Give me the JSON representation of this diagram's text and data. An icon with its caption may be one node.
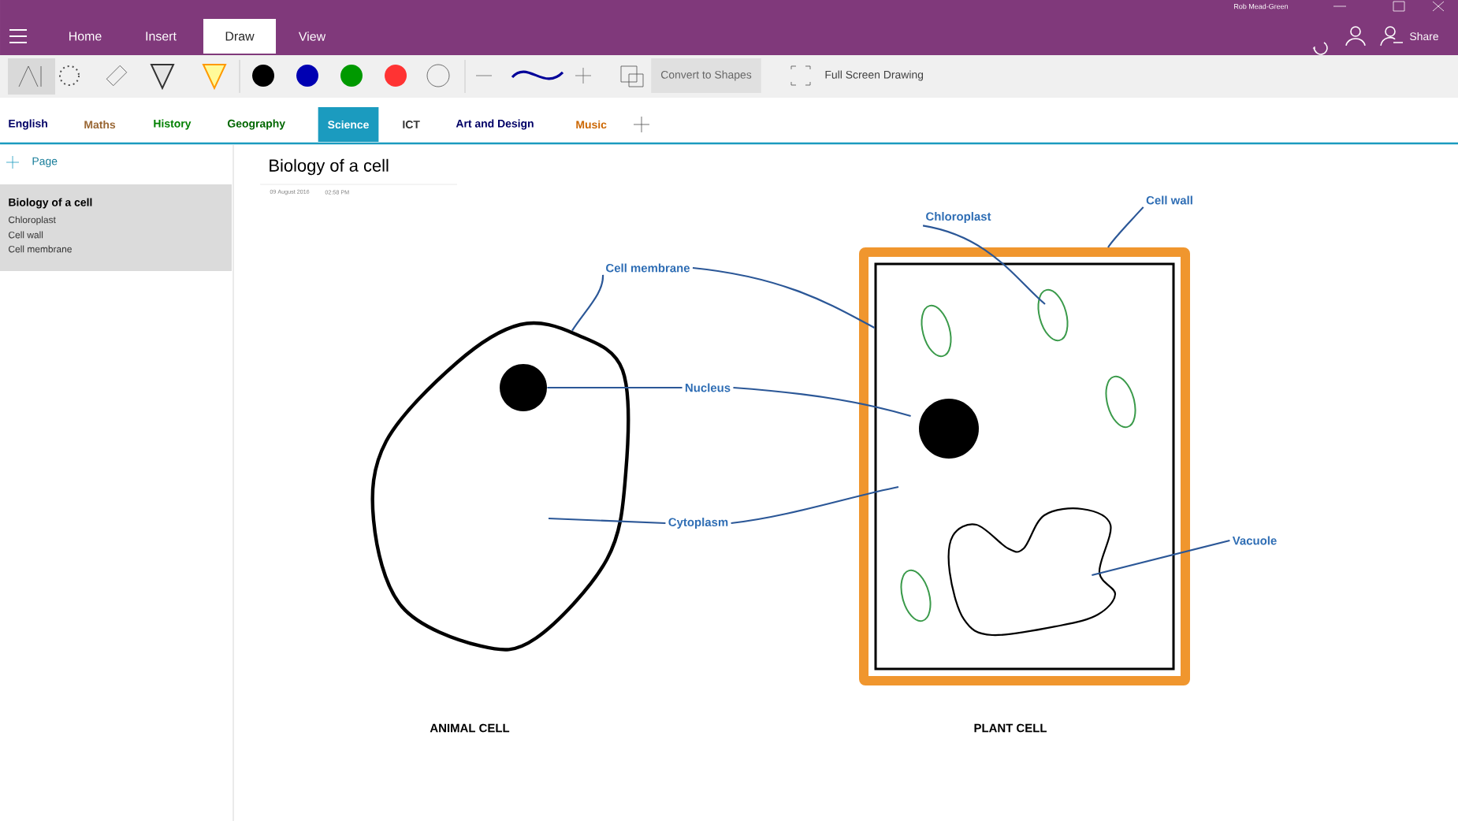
{
  "diagram": {
    "title": "Biology of a cell",
    "nodes": [
      {
        "text": [
          "Cell membrane"
        ]
      },
      {
        "text": [
          "Nucleus"
        ]
      },
      {
        "text": [
          "Cytoplasm"
        ]
      },
      {
        "text": [
          "Chloroplast"
        ]
      },
      {
        "text": [
          "Cell wall"
        ]
      },
      {
        "text": [
          "Vacuole"
        ]
      },
      {
        "text": [],
        "shape": "blob"
      },
      {
        "text": [],
        "shape": "circle",
        "in": 6
      },
      {
        "text": [],
        "shape": "box"
      },
      {
        "text": [],
        "shape": "box",
        "in": 8
      },
      {
        "text": [],
        "shape": "circle",
        "in": 9
      },
      {
        "text": [],
        "shape": "ellipse",
        "in": 9
      },
      {
        "text": [],
        "shape": "ellipse",
        "in": 9
      },
      {
        "text": [],
        "shape": "ellipse",
        "in": 9
      },
      {
        "text": [],
        "shape": "ellipse",
        "in": 9
      },
      {
        "text": [],
        "shape": "blob",
        "in": 9
      }
    ],
    "edges": [
      {
        "from": 0,
        "to": 6,
        "arrow": "none"
      },
      {
        "from": 0,
        "to": 9,
        "arrow": "none"
      },
      {
        "from": 1,
        "to": 7,
        "arrow": "none"
      },
      {
        "from": 1,
        "to": 10,
        "arrow": "none"
      },
      {
        "from": 2,
        "to": null,
        "arrow": "none"
      },
      {
        "from": 2,
        "to": null,
        "arrow": "none"
      },
      {
        "from": 3,
        "to": 12,
        "arrow": "none"
      },
      {
        "from": 4,
        "to": 8,
        "arrow": "none"
      },
      {
        "from": 5,
        "to": 15,
        "arrow": "none"
      }
    ],
    "labels": [
      "Rob Mead-Green",
      "Home",
      "Insert",
      "Draw",
      "View",
      "Share",
      "Convert to Shapes",
      "Full Screen Drawing",
      "English",
      "Maths",
      "History",
      "Geography",
      "Science",
      "ICT",
      "Art and Design",
      "Music",
      "Page",
      "Biology of a cell",
      "Chloroplast",
      "Cell wall",
      "Cell membrane",
      "09 August 2016",
      "02:58 PM",
      "ANIMAL CELL",
      "PLANT CELL"
    ]
  }
}
